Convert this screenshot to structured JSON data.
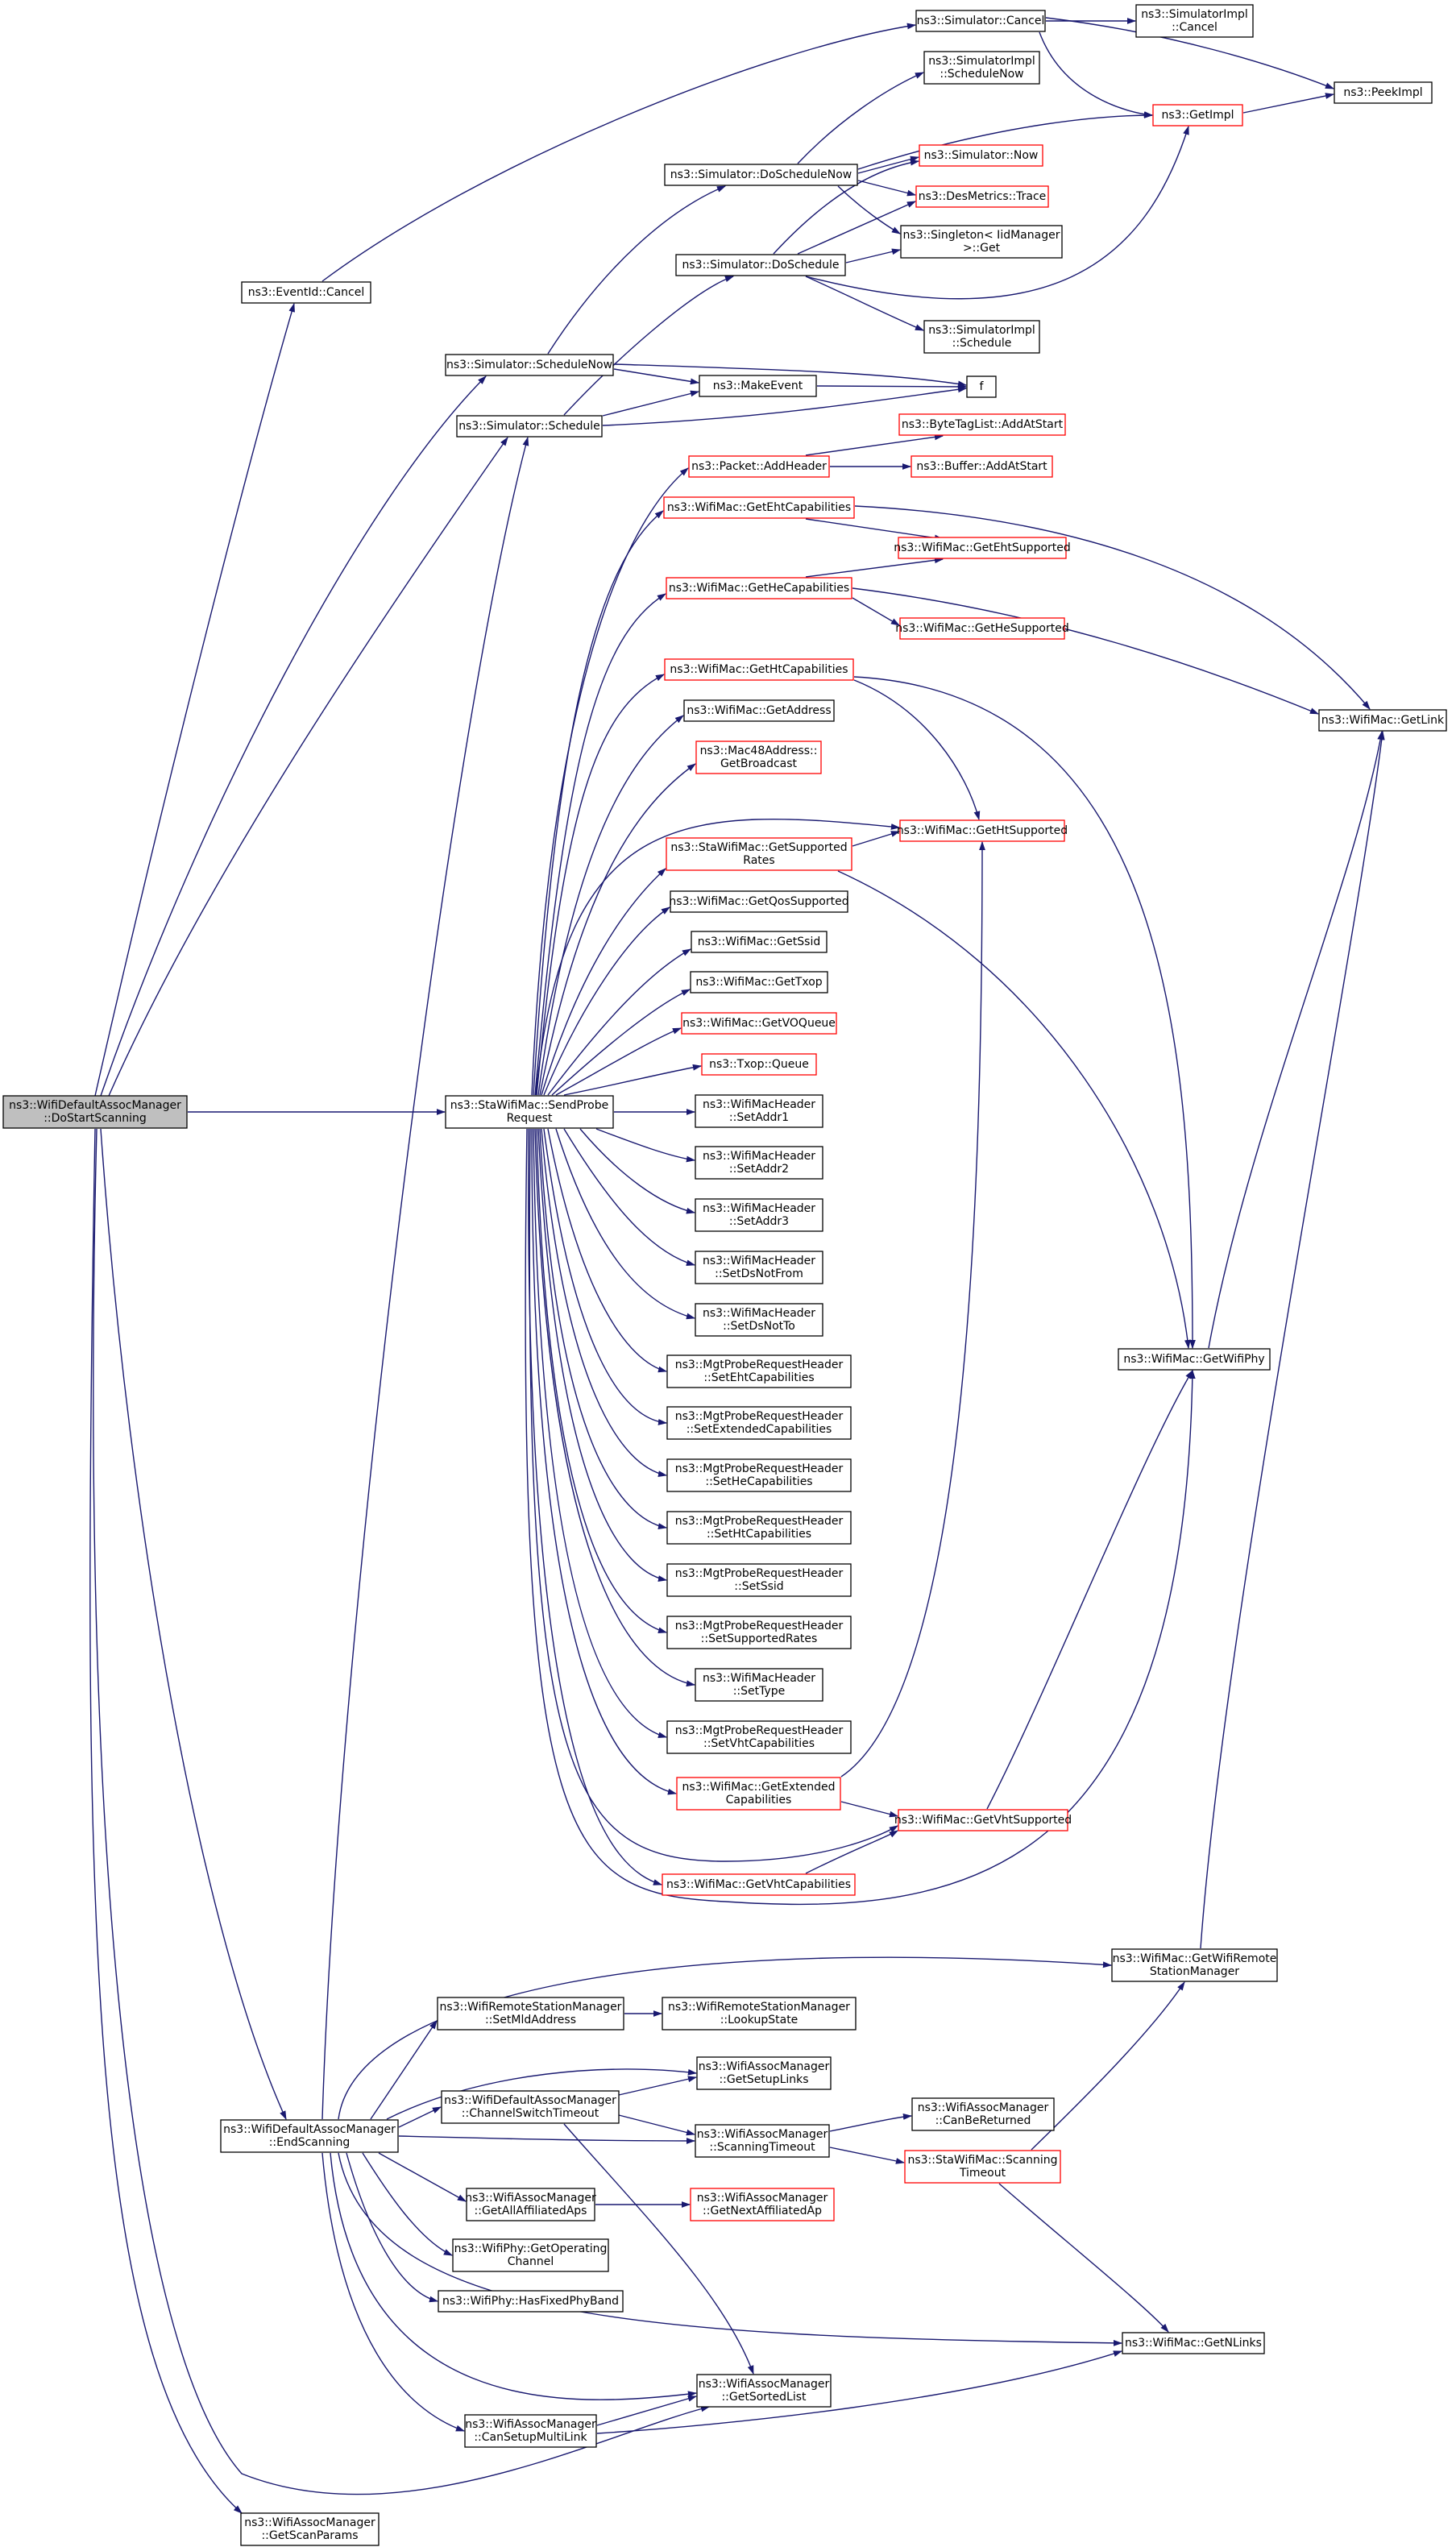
{
  "colors": {
    "edge": "#191970",
    "node_border": "#000000",
    "node_border_highlight": "#ff0000",
    "root_fill": "#bfbfbf",
    "node_fill": "#ffffff"
  },
  "nodes": [
    {
      "id": "root",
      "lines": [
        "ns3::WifiDefaultAssocManager",
        "::DoStartScanning"
      ],
      "style": "root"
    },
    {
      "id": "eventid_cancel",
      "lines": [
        "ns3::EventId::Cancel"
      ]
    },
    {
      "id": "sim_cancel",
      "lines": [
        "ns3::Simulator::Cancel"
      ]
    },
    {
      "id": "simimpl_cancel",
      "lines": [
        "ns3::SimulatorImpl",
        "::Cancel"
      ]
    },
    {
      "id": "peekimpl",
      "lines": [
        "ns3::PeekImpl"
      ]
    },
    {
      "id": "getimpl",
      "lines": [
        "ns3::GetImpl"
      ],
      "style": "red"
    },
    {
      "id": "simimpl_schednow",
      "lines": [
        "ns3::SimulatorImpl",
        "::ScheduleNow"
      ]
    },
    {
      "id": "sim_doschednow",
      "lines": [
        "ns3::Simulator::DoScheduleNow"
      ]
    },
    {
      "id": "sim_now",
      "lines": [
        "ns3::Simulator::Now"
      ],
      "style": "red"
    },
    {
      "id": "desmetrics_trace",
      "lines": [
        "ns3::DesMetrics::Trace"
      ],
      "style": "red"
    },
    {
      "id": "singleton_get",
      "lines": [
        "ns3::Singleton< IidManager",
        " >::Get"
      ]
    },
    {
      "id": "sim_dosched",
      "lines": [
        "ns3::Simulator::DoSchedule"
      ]
    },
    {
      "id": "simimpl_sched",
      "lines": [
        "ns3::SimulatorImpl",
        "::Schedule"
      ]
    },
    {
      "id": "sim_schednow",
      "lines": [
        "ns3::Simulator::ScheduleNow"
      ]
    },
    {
      "id": "makeevent",
      "lines": [
        "ns3::MakeEvent"
      ]
    },
    {
      "id": "f",
      "lines": [
        "f"
      ]
    },
    {
      "id": "sim_sched",
      "lines": [
        "ns3::Simulator::Schedule"
      ]
    },
    {
      "id": "bytetag_add",
      "lines": [
        "ns3::ByteTagList::AddAtStart"
      ],
      "style": "red"
    },
    {
      "id": "packet_addheader",
      "lines": [
        "ns3::Packet::AddHeader"
      ],
      "style": "red"
    },
    {
      "id": "buffer_add",
      "lines": [
        "ns3::Buffer::AddAtStart"
      ],
      "style": "red"
    },
    {
      "id": "geteht_caps",
      "lines": [
        "ns3::WifiMac::GetEhtCapabilities"
      ],
      "style": "red"
    },
    {
      "id": "geteht_sup",
      "lines": [
        "ns3::WifiMac::GetEhtSupported"
      ],
      "style": "red"
    },
    {
      "id": "gethe_caps",
      "lines": [
        "ns3::WifiMac::GetHeCapabilities"
      ],
      "style": "red"
    },
    {
      "id": "gethe_sup",
      "lines": [
        "ns3::WifiMac::GetHeSupported"
      ],
      "style": "red"
    },
    {
      "id": "getlink",
      "lines": [
        "ns3::WifiMac::GetLink"
      ]
    },
    {
      "id": "getht_caps",
      "lines": [
        "ns3::WifiMac::GetHtCapabilities"
      ],
      "style": "red"
    },
    {
      "id": "getaddress",
      "lines": [
        "ns3::WifiMac::GetAddress"
      ]
    },
    {
      "id": "mac48_bcast",
      "lines": [
        "ns3::Mac48Address::",
        "GetBroadcast"
      ],
      "style": "red"
    },
    {
      "id": "getsuprates",
      "lines": [
        "ns3::StaWifiMac::GetSupported",
        "Rates"
      ],
      "style": "red"
    },
    {
      "id": "getht_sup",
      "lines": [
        "ns3::WifiMac::GetHtSupported"
      ],
      "style": "red"
    },
    {
      "id": "getqos",
      "lines": [
        "ns3::WifiMac::GetQosSupported"
      ]
    },
    {
      "id": "getssid",
      "lines": [
        "ns3::WifiMac::GetSsid"
      ]
    },
    {
      "id": "gettxop",
      "lines": [
        "ns3::WifiMac::GetTxop"
      ]
    },
    {
      "id": "getvoqueue",
      "lines": [
        "ns3::WifiMac::GetVOQueue"
      ],
      "style": "red"
    },
    {
      "id": "txop_queue",
      "lines": [
        "ns3::Txop::Queue"
      ],
      "style": "red"
    },
    {
      "id": "sendprobe",
      "lines": [
        "ns3::StaWifiMac::SendProbe",
        "Request"
      ]
    },
    {
      "id": "setaddr1",
      "lines": [
        "ns3::WifiMacHeader",
        "::SetAddr1"
      ]
    },
    {
      "id": "setaddr2",
      "lines": [
        "ns3::WifiMacHeader",
        "::SetAddr2"
      ]
    },
    {
      "id": "setaddr3",
      "lines": [
        "ns3::WifiMacHeader",
        "::SetAddr3"
      ]
    },
    {
      "id": "setdsnotfrom",
      "lines": [
        "ns3::WifiMacHeader",
        "::SetDsNotFrom"
      ]
    },
    {
      "id": "setdsnotto",
      "lines": [
        "ns3::WifiMacHeader",
        "::SetDsNotTo"
      ]
    },
    {
      "id": "getwifiphy",
      "lines": [
        "ns3::WifiMac::GetWifiPhy"
      ]
    },
    {
      "id": "seteht",
      "lines": [
        "ns3::MgtProbeRequestHeader",
        "::SetEhtCapabilities"
      ]
    },
    {
      "id": "setext",
      "lines": [
        "ns3::MgtProbeRequestHeader",
        "::SetExtendedCapabilities"
      ]
    },
    {
      "id": "sethe",
      "lines": [
        "ns3::MgtProbeRequestHeader",
        "::SetHeCapabilities"
      ]
    },
    {
      "id": "setht",
      "lines": [
        "ns3::MgtProbeRequestHeader",
        "::SetHtCapabilities"
      ]
    },
    {
      "id": "setssid",
      "lines": [
        "ns3::MgtProbeRequestHeader",
        "::SetSsid"
      ]
    },
    {
      "id": "setsuprates",
      "lines": [
        "ns3::MgtProbeRequestHeader",
        "::SetSupportedRates"
      ]
    },
    {
      "id": "settype",
      "lines": [
        "ns3::WifiMacHeader",
        "::SetType"
      ]
    },
    {
      "id": "setvht",
      "lines": [
        "ns3::MgtProbeRequestHeader",
        "::SetVhtCapabilities"
      ]
    },
    {
      "id": "getext",
      "lines": [
        "ns3::WifiMac::GetExtended",
        "Capabilities"
      ],
      "style": "red"
    },
    {
      "id": "getvht_sup",
      "lines": [
        "ns3::WifiMac::GetVhtSupported"
      ],
      "style": "red"
    },
    {
      "id": "getvht_caps",
      "lines": [
        "ns3::WifiMac::GetVhtCapabilities"
      ],
      "style": "red"
    },
    {
      "id": "getrsm",
      "lines": [
        "ns3::WifiMac::GetWifiRemote",
        "StationManager"
      ]
    },
    {
      "id": "setmld",
      "lines": [
        "ns3::WifiRemoteStationManager",
        "::SetMldAddress"
      ]
    },
    {
      "id": "lookupstate",
      "lines": [
        "ns3::WifiRemoteStationManager",
        "::LookupState"
      ]
    },
    {
      "id": "getsetuplinks",
      "lines": [
        "ns3::WifiAssocManager",
        "::GetSetupLinks"
      ]
    },
    {
      "id": "chswitch",
      "lines": [
        "ns3::WifiDefaultAssocManager",
        "::ChannelSwitchTimeout"
      ]
    },
    {
      "id": "canbereturned",
      "lines": [
        "ns3::WifiAssocManager",
        "::CanBeReturned"
      ]
    },
    {
      "id": "endscanning",
      "lines": [
        "ns3::WifiDefaultAssocManager",
        "::EndScanning"
      ]
    },
    {
      "id": "scantimeout",
      "lines": [
        "ns3::WifiAssocManager",
        "::ScanningTimeout"
      ]
    },
    {
      "id": "sta_scantimeout",
      "lines": [
        "ns3::StaWifiMac::Scanning",
        "Timeout"
      ],
      "style": "red"
    },
    {
      "id": "getallaff",
      "lines": [
        "ns3::WifiAssocManager",
        "::GetAllAffiliatedAps"
      ]
    },
    {
      "id": "getnextaff",
      "lines": [
        "ns3::WifiAssocManager",
        "::GetNextAffiliatedAp"
      ],
      "style": "red"
    },
    {
      "id": "getopch",
      "lines": [
        "ns3::WifiPhy::GetOperating",
        "Channel"
      ]
    },
    {
      "id": "hasfixed",
      "lines": [
        "ns3::WifiPhy::HasFixedPhyBand"
      ]
    },
    {
      "id": "getnlinks",
      "lines": [
        "ns3::WifiMac::GetNLinks"
      ]
    },
    {
      "id": "getsorted",
      "lines": [
        "ns3::WifiAssocManager",
        "::GetSortedList"
      ]
    },
    {
      "id": "cansetup",
      "lines": [
        "ns3::WifiAssocManager",
        "::CanSetupMultiLink"
      ]
    },
    {
      "id": "getscanparams",
      "lines": [
        "ns3::WifiAssocManager",
        "::GetScanParams"
      ]
    }
  ]
}
